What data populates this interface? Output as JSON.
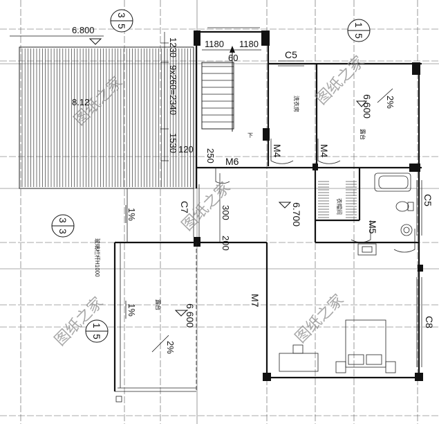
{
  "plan": {
    "dims": {
      "width_6800": "6.800",
      "stair_1180_a": "1180",
      "stair_1180_b": "1180",
      "stair_60": "60",
      "stair_1230": "1230",
      "stair_9x260": "9x260=2340",
      "stair_1530": "1530",
      "d_250": "250",
      "d_120": "120",
      "d_300": "300",
      "d_200": "200",
      "terrace_8120": "8.12"
    },
    "levels": {
      "hall": "6.700",
      "room_ne": "6.600",
      "balcony": "6.600"
    },
    "doors": {
      "m4_a": "M4",
      "m4_b": "M4",
      "m5": "M5",
      "m6": "M6",
      "m7": "M7"
    },
    "windows": {
      "c5_top": "C5",
      "c5_right": "C5",
      "c7": "C7",
      "c8": "C8"
    },
    "slopes": {
      "terrace_1": "1%",
      "balcony_1": "1%",
      "room_2": "2%",
      "balcony_2": "2%"
    },
    "axes": {
      "axis_top_left": "3",
      "axis_top_left_sub": "5",
      "axis_top_right": "1",
      "axis_top_right_sub": "5",
      "axis_left": "3",
      "axis_left_sub": "3",
      "axis_mid_left": "1",
      "axis_mid_left_sub": "5"
    },
    "rooms": {
      "laundry": "洗衣房",
      "ne_room": "露台",
      "closet": "衣帽间",
      "balcony": "露台"
    },
    "stair_arrow": "下",
    "railing_note": "玻璃栏杆H1000",
    "watermark": "图纸之家"
  }
}
